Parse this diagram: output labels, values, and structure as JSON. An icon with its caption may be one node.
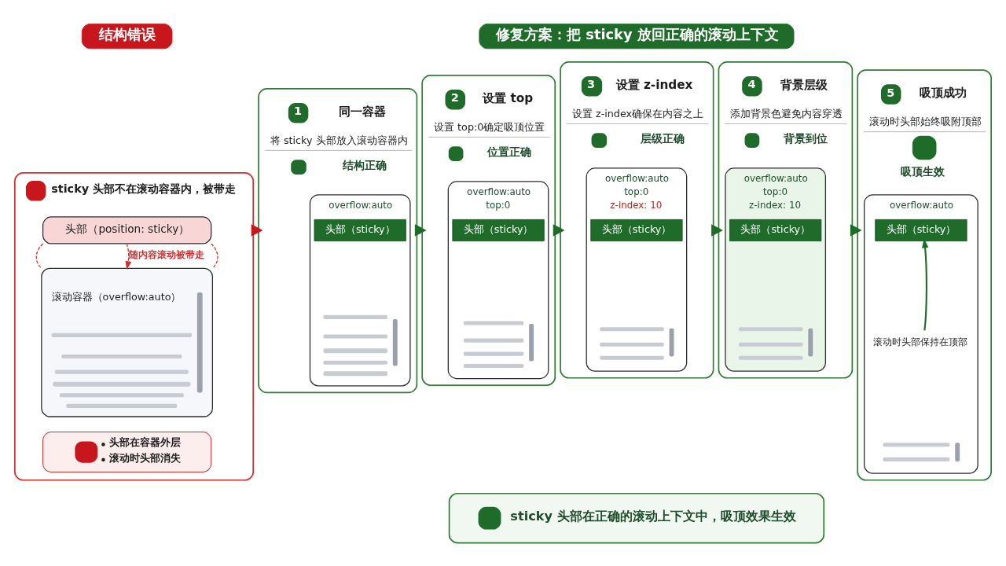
{
  "diagram": {
    "nodes": [
      {
        "text": [
          "结构错误"
        ]
      },
      {
        "text": [
          "sticky 头部不在滚动容器内，被带走"
        ]
      },
      {
        "text": [
          "头部（position: sticky）"
        ],
        "in": 1
      },
      {
        "text": [
          "滚动容器（overflow:auto）"
        ],
        "in": 1
      },
      {
        "text": [
          "头部在容器外层",
          "滚动时头部消失"
        ],
        "in": 1
      },
      {
        "text": [
          "修复方案：把 sticky 放回正确的滚动上下文"
        ]
      },
      {
        "text": [
          "1",
          "同一容器",
          "将 sticky 头部放入滚动容器内",
          "结构正确"
        ]
      },
      {
        "text": [
          "overflow:auto"
        ],
        "in": 6
      },
      {
        "text": [
          "头部（sticky）"
        ],
        "in": 7
      },
      {
        "text": [],
        "shape": "bar",
        "in": 7
      },
      {
        "text": [
          "2",
          "设置 top",
          "设置 top:0确定吸顶位置",
          "位置正确"
        ]
      },
      {
        "text": [
          "overflow:auto",
          "top:0"
        ],
        "in": 10
      },
      {
        "text": [
          "头部（sticky）"
        ],
        "in": 11
      },
      {
        "text": [],
        "shape": "bar",
        "in": 11
      },
      {
        "text": [
          "3",
          "设置 z-index",
          "设置 z-index确保在内容之上",
          "层级正确"
        ]
      },
      {
        "text": [
          "overflow:auto",
          "top:0",
          "z-index: 10"
        ],
        "in": 14
      },
      {
        "text": [
          "头部（sticky）"
        ],
        "in": 15
      },
      {
        "text": [],
        "shape": "bar",
        "in": 15
      },
      {
        "text": [
          "4",
          "背景层级",
          "添加背景色避免内容穿透",
          "背景到位"
        ]
      },
      {
        "text": [
          "overflow:auto",
          "top:0",
          "z-index: 10"
        ],
        "in": 18
      },
      {
        "text": [
          "头部（sticky）"
        ],
        "in": 19
      },
      {
        "text": [],
        "shape": "bar",
        "in": 19
      },
      {
        "text": [
          "5",
          "吸顶成功",
          "滚动时头部始终吸附顶部",
          "吸顶生效"
        ]
      },
      {
        "text": [
          "overflow:auto"
        ],
        "in": 22
      },
      {
        "text": [
          "头部（sticky）"
        ],
        "in": 23
      },
      {
        "text": [
          "滚动时头部保持在顶部"
        ],
        "in": 23
      },
      {
        "text": [],
        "shape": "bar",
        "in": 23
      },
      {
        "text": [
          "sticky 头部在正确的滚动上下文中，吸顶效果生效"
        ]
      }
    ],
    "edges": [
      {
        "from": 2,
        "to": 3,
        "arrow": "none",
        "style": "dashed",
        "color": "#d32f2f"
      },
      {
        "from": 2,
        "to": 3,
        "arrow": "to",
        "style": "dashed",
        "color": "#d32f2f",
        "label": "随内容滚动被带走"
      },
      {
        "from": 2,
        "to": 3,
        "arrow": "none",
        "style": "dashed",
        "color": "#d32f2f"
      },
      {
        "from": 1,
        "to": 6,
        "arrow": "to",
        "style": "thick",
        "color": "#c8161d"
      },
      {
        "from": 6,
        "to": 10,
        "arrow": "to",
        "style": "thick"
      },
      {
        "from": 10,
        "to": 14,
        "arrow": "to",
        "style": "thick"
      },
      {
        "from": 14,
        "to": 18,
        "arrow": "to",
        "style": "thick"
      },
      {
        "from": 18,
        "to": 22,
        "arrow": "to",
        "style": "thick"
      },
      {
        "from": 25,
        "to": 24,
        "arrow": "to",
        "color": "#1e6b2a"
      }
    ]
  }
}
